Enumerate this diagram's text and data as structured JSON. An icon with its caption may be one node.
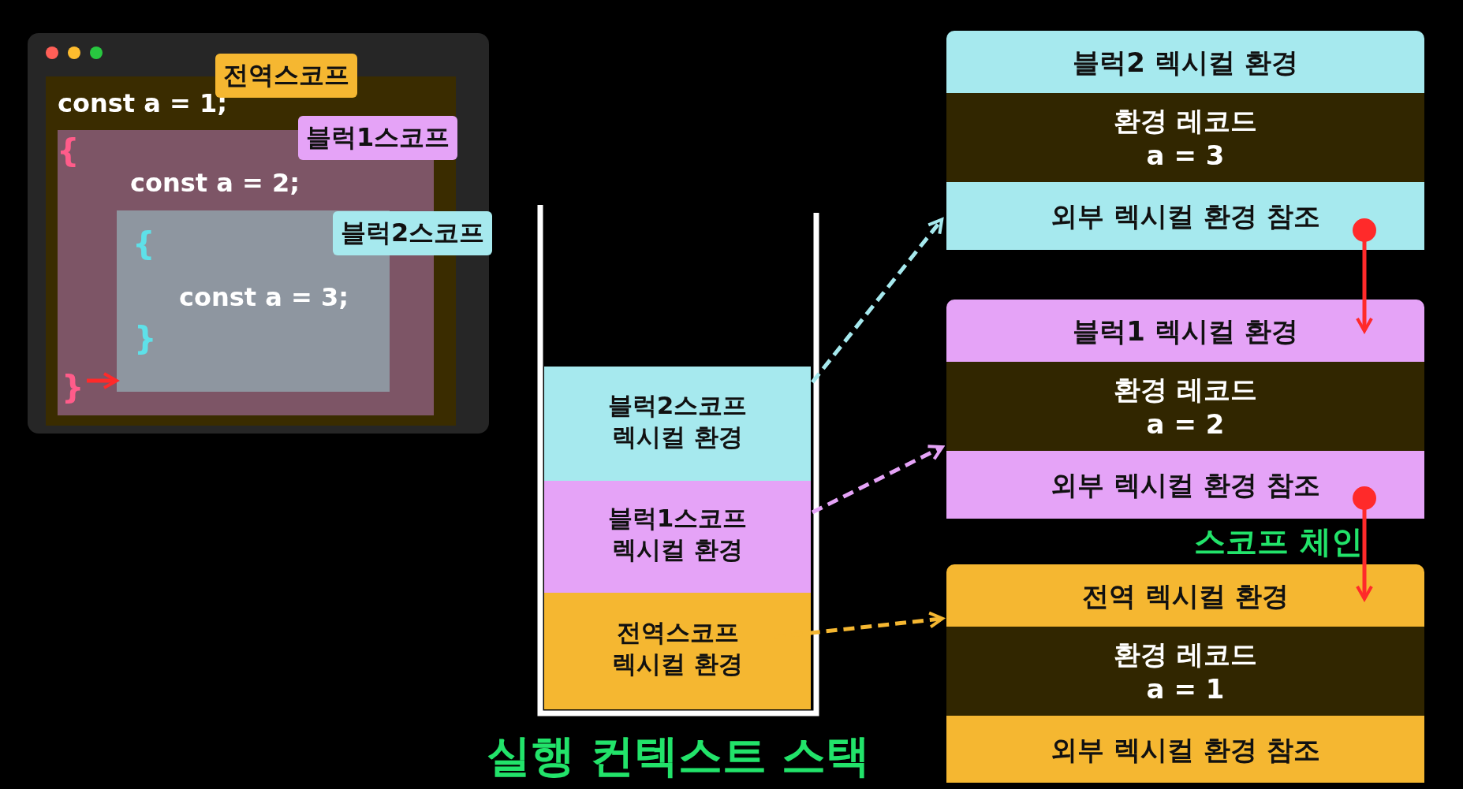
{
  "diagram": {
    "nodes": [
      {
        "text": [
          "전역스코프",
          "const a = 1;"
        ]
      },
      {
        "text": [
          "블럭1스코프",
          "{",
          "const a = 2;",
          "}"
        ],
        "in": 0
      },
      {
        "text": [
          "블럭2스코프",
          "{",
          "const a = 3;",
          "}"
        ],
        "in": 1
      },
      {
        "text": [],
        "shape": "box",
        "beside": [
          "실행 컨텍스트 스택"
        ]
      },
      {
        "text": [
          "블럭2스코프 렉시컬 환경"
        ],
        "in": 3
      },
      {
        "text": [
          "블럭1스코프 렉시컬 환경"
        ],
        "in": 3
      },
      {
        "text": [
          "전역스코프 렉시컬 환경"
        ],
        "in": 3
      },
      {
        "text": [
          "블럭2 렉시컬 환경"
        ]
      },
      {
        "text": [
          "환경 레코드 a = 3"
        ],
        "in": 7
      },
      {
        "text": [
          "외부 렉시컬 환경 참조"
        ],
        "in": 7
      },
      {
        "text": [
          "블럭1 렉시컬 환경"
        ]
      },
      {
        "text": [
          "환경 레코드 a = 2"
        ],
        "in": 10
      },
      {
        "text": [
          "외부 렉시컬 환경 참조"
        ],
        "in": 10
      },
      {
        "text": [
          "전역 렉시컬 환경"
        ]
      },
      {
        "text": [
          "환경 레코드 a = 1"
        ],
        "in": 13
      },
      {
        "text": [
          "외부 렉시컬 환경 참조"
        ],
        "in": 13
      }
    ],
    "edges": [
      {
        "from": null,
        "to": 2,
        "arrow": "to"
      },
      {
        "from": 4,
        "to": 7,
        "arrow": "to",
        "style": "dashed",
        "color": "#a6e9ee"
      },
      {
        "from": 5,
        "to": 10,
        "arrow": "to",
        "style": "dashed",
        "color": "#e5a3f7"
      },
      {
        "from": 6,
        "to": 13,
        "arrow": "to",
        "style": "dashed",
        "color": "#f5b731"
      },
      {
        "from": 9,
        "to": 10,
        "arrow": "to"
      },
      {
        "from": 12,
        "to": 13,
        "arrow": "to",
        "label": "스코프 체인"
      }
    ]
  }
}
